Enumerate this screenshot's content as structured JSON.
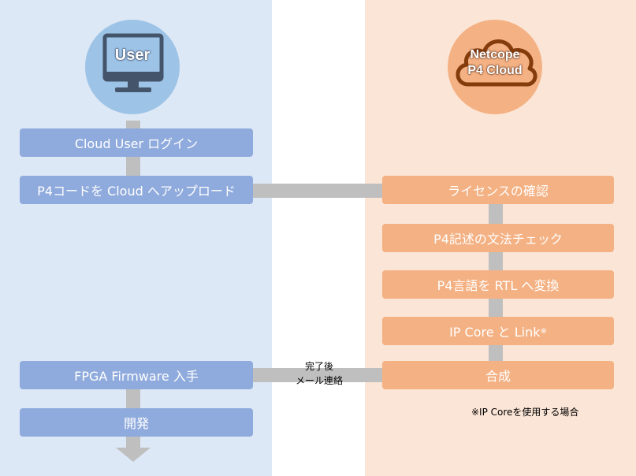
{
  "user": {
    "label": "User",
    "steps": [
      "Cloud User ログイン",
      "P4コードを Cloud へアップロード",
      "FPGA Firmware 入手",
      "開発"
    ]
  },
  "cloud": {
    "label_line1": "Netcope",
    "label_line2": "P4 Cloud",
    "steps": [
      "ライセンスの確認",
      "P4記述の文法チェック",
      "P4言語を RTL へ変換",
      "IP Core と Link",
      "合成"
    ],
    "ip_core_mark": "※"
  },
  "handoff": {
    "line1": "完了後",
    "line2": "メール連絡"
  },
  "footnote": "※IP Coreを使用する場合",
  "colors": {
    "user_panel": "#dde8f6",
    "cloud_panel": "#fbe5d6",
    "user_step": "#8faadc",
    "cloud_step": "#f4b183",
    "connector": "#bfbfbf",
    "user_avatar": "#9dc3e6",
    "icon_stroke": "#44546a"
  },
  "icons": {
    "user": "desktop-monitor-icon",
    "cloud": "cloud-icon"
  }
}
